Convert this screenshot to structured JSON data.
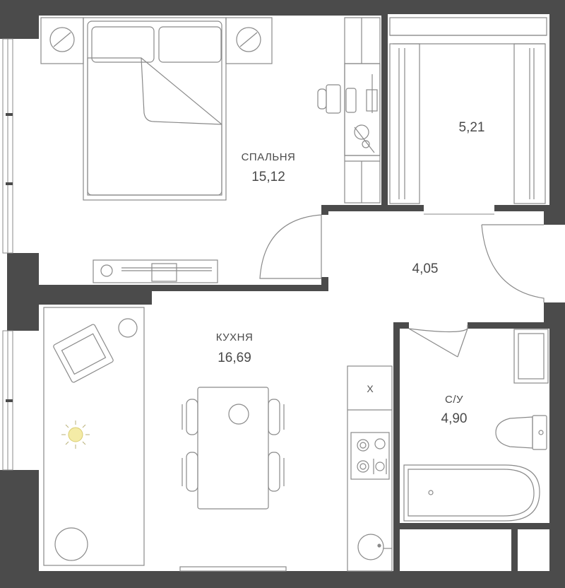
{
  "rooms": {
    "bedroom": {
      "name": "СПАЛЬНЯ",
      "area": "15,12"
    },
    "storage": {
      "area": "5,21"
    },
    "hall": {
      "area": "4,05"
    },
    "kitchen": {
      "name": "КУХНЯ",
      "area": "16,69"
    },
    "bathroom": {
      "name": "С/У",
      "area": "4,90"
    }
  },
  "fixtures": {
    "fridge_mark": "X"
  },
  "colors": {
    "wall": "#4b4b4b",
    "line": "#8a8a8a",
    "floor": "#ffffff",
    "lamp": "#f4eba6"
  }
}
